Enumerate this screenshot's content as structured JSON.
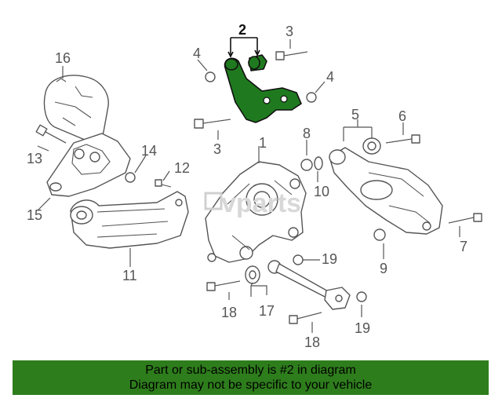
{
  "labels": {
    "l1": "1",
    "l2": "2",
    "l3a": "3",
    "l3b": "3",
    "l4a": "4",
    "l4b": "4",
    "l5": "5",
    "l6": "6",
    "l7": "7",
    "l8": "8",
    "l9": "9",
    "l10": "10",
    "l11": "11",
    "l12": "12",
    "l13": "13",
    "l14": "14",
    "l15": "15",
    "l16": "16",
    "l17": "17",
    "l18a": "18",
    "l18b": "18",
    "l19a": "19",
    "l19b": "19"
  },
  "watermark": {
    "brand": "vparts"
  },
  "highlight_color": "#1f7a1f",
  "banner": {
    "line1": "Part or sub-assembly is #2 in diagram",
    "line2": "Diagram may not be specific to your vehicle",
    "color": "#2e7d1c"
  }
}
